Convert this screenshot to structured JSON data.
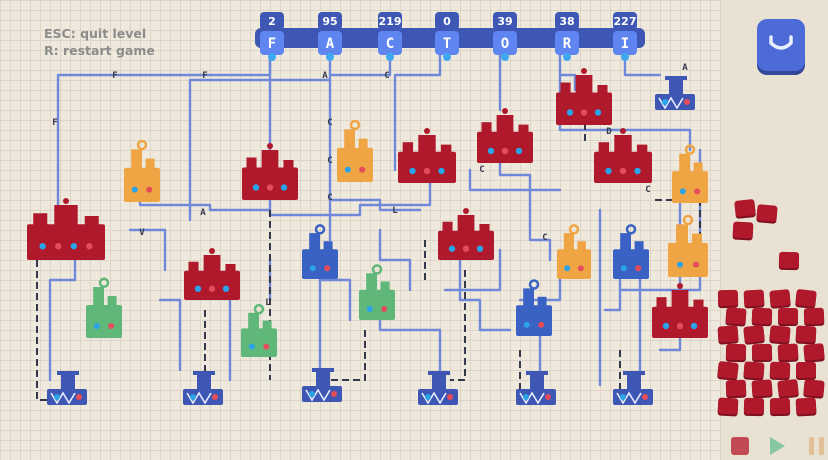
{
  "hints": {
    "quit": "ESC: quit level",
    "restart": "R: restart game"
  },
  "outputs": [
    {
      "letter": "F",
      "count": "2"
    },
    {
      "letter": "A",
      "count": "95"
    },
    {
      "letter": "C",
      "count": "219"
    },
    {
      "letter": "T",
      "count": "0"
    },
    {
      "letter": "O",
      "count": "39"
    },
    {
      "letter": "R",
      "count": "38"
    },
    {
      "letter": "I",
      "count": "227"
    }
  ],
  "pipe_letters": [
    "F",
    "F",
    "F",
    "A",
    "C",
    "C",
    "C",
    "C",
    "V",
    "A",
    "C",
    "L",
    "C",
    "D",
    "C",
    "L",
    "A"
  ],
  "colors": {
    "red": "#b0182c",
    "blue": "#3a62c4",
    "orange": "#f0a545",
    "green": "#5fb77a",
    "navy": "#3e57b5",
    "pipe": "#7088d8",
    "dash": "#33384a"
  },
  "controls": {
    "menu": "menu-icon",
    "stop": "stop-icon",
    "play": "play-icon",
    "pause": "pause-icon"
  }
}
